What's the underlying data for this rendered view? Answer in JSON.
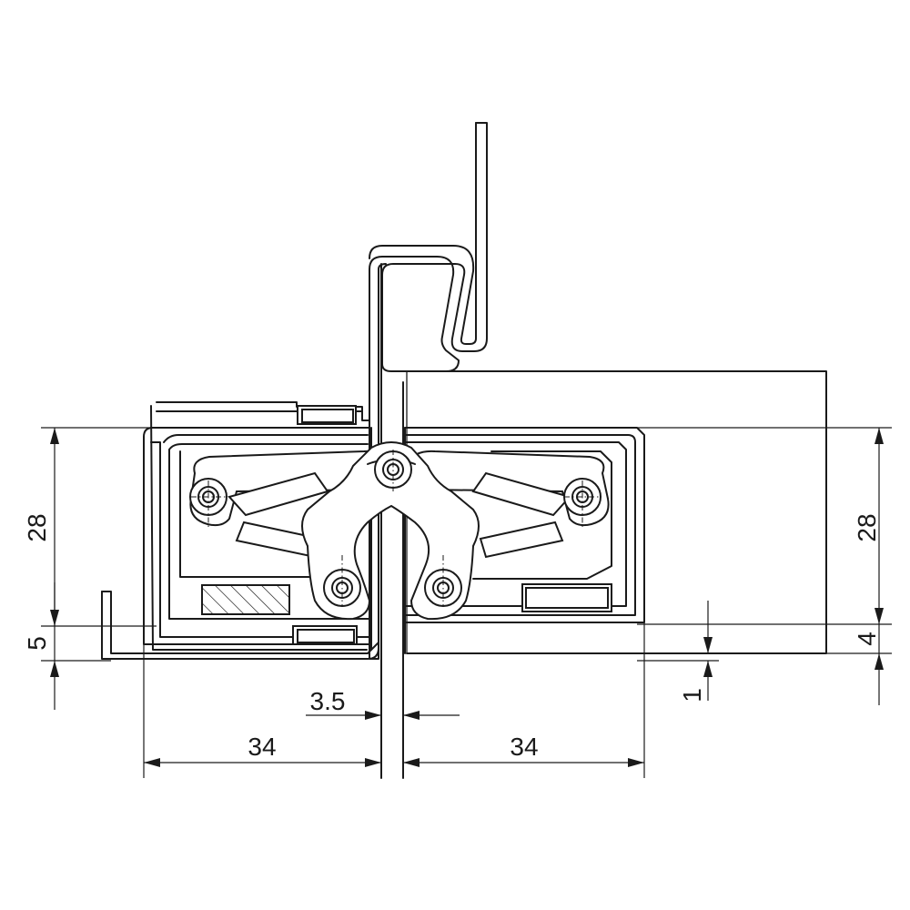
{
  "dimensions": {
    "left_height": "28",
    "left_offset": "5",
    "right_height": "28",
    "right_offset": "4",
    "gap_small": "1",
    "gap_center": "3.5",
    "left_width": "34",
    "right_width": "34"
  }
}
